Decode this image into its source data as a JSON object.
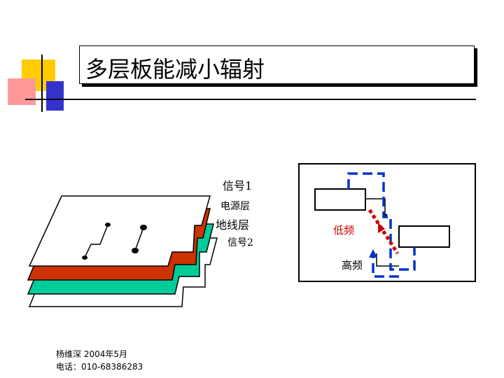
{
  "title": "多层板能减小辐射",
  "layers": {
    "signal1": "信号1",
    "power": "电源层",
    "ground": "地线层",
    "signal2": "信号2"
  },
  "loop": {
    "low_freq": "低频",
    "high_freq": "高频"
  },
  "footer": {
    "author_date": "杨维深    2004年5月",
    "phone": "电话：010-68386283"
  },
  "colors": {
    "power_layer": "#cc3300",
    "ground_layer": "#00cc99",
    "loop_blue": "#0033cc",
    "loop_red": "#cc0000",
    "deco_yellow": "#ffcc00",
    "deco_pink": "#ff9999",
    "deco_blue": "#3333cc"
  }
}
